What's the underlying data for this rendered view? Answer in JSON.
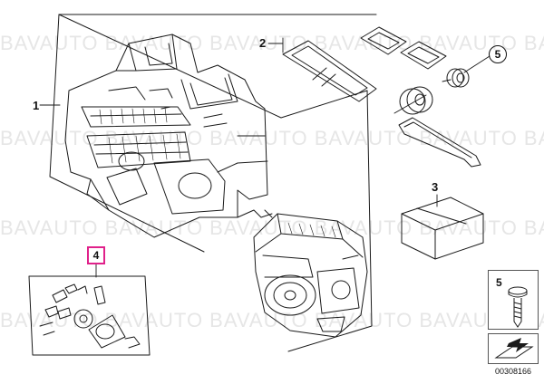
{
  "watermark": {
    "text": "BAVAUTO BAVAUTO BAVAUTO BAVAUTO BAVAUTO BAVAUTO"
  },
  "callouts": {
    "part_1": "1",
    "part_2": "2",
    "part_3": "3",
    "part_4": "4",
    "part_5": "5",
    "ref_part_5": "5"
  },
  "diagram_id": "00308166",
  "colors": {
    "line": "#1a1a1a",
    "highlight": "#e0218a",
    "watermark": "#e6e6e6"
  },
  "icons": {
    "screw": "screw-icon",
    "page_corner": "page-corner-arrow-icon"
  }
}
